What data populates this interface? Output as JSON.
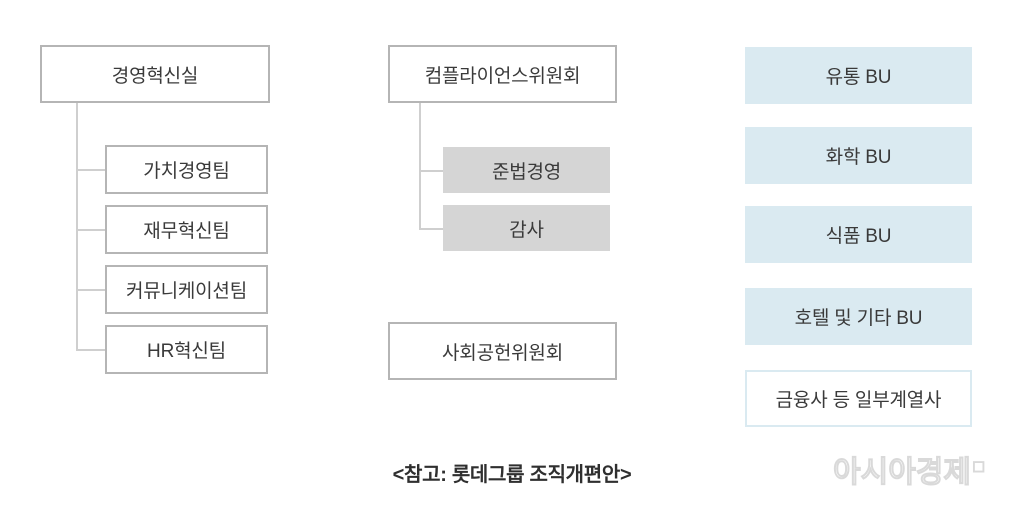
{
  "diagram": {
    "caption": "<참고: 롯데그룹 조직개편안>",
    "watermark": {
      "text": "아시아경제",
      "mark": "◻"
    },
    "colors": {
      "box_border": "#b5b5b5",
      "gray_fill": "#d5d5d5",
      "blue_fill": "#daeaf1",
      "connector": "#cfcfcf",
      "text": "#3a3a3a"
    },
    "columns": {
      "left": {
        "root": {
          "label": "경영혁신실",
          "style": "outline"
        },
        "children": [
          {
            "label": "가치경영팀",
            "style": "outline"
          },
          {
            "label": "재무혁신팀",
            "style": "outline"
          },
          {
            "label": "커뮤니케이션팀",
            "style": "outline"
          },
          {
            "label": "HR혁신팀",
            "style": "outline"
          }
        ]
      },
      "middle": {
        "root": {
          "label": "컴플라이언스위원회",
          "style": "outline"
        },
        "children": [
          {
            "label": "준법경영",
            "style": "gray"
          },
          {
            "label": "감사",
            "style": "gray"
          }
        ],
        "standalone": [
          {
            "label": "사회공헌위원회",
            "style": "outline"
          }
        ]
      },
      "right": {
        "items": [
          {
            "label": "유통 BU",
            "style": "blue"
          },
          {
            "label": "화학 BU",
            "style": "blue"
          },
          {
            "label": "식품 BU",
            "style": "blue"
          },
          {
            "label": "호텔 및 기타 BU",
            "style": "blue"
          },
          {
            "label": "금융사 등 일부계열사",
            "style": "blue-outline"
          }
        ]
      }
    }
  }
}
